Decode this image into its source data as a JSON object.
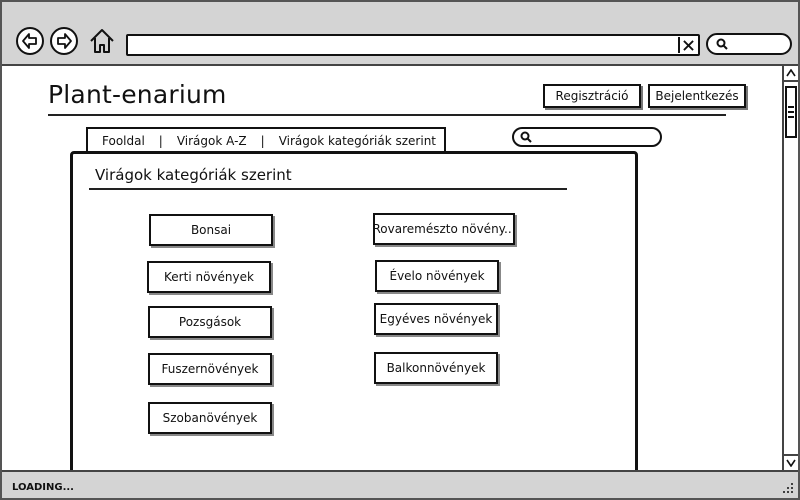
{
  "brand": {
    "name": "Plant-enarium"
  },
  "header": {
    "register_label": "Regisztráció",
    "login_label": "Bejelentkezés"
  },
  "nav": {
    "items": [
      {
        "label": "Fooldal"
      },
      {
        "label": "Virágok A-Z"
      },
      {
        "label": "Virágok kategóriák szerint"
      }
    ],
    "separator": "|"
  },
  "panel": {
    "title": "Virágok kategóriák szerint",
    "categories_left": [
      {
        "label": "Bonsai"
      },
      {
        "label": "Kerti növények"
      },
      {
        "label": "Pozsgások"
      },
      {
        "label": "Fuszernövények"
      },
      {
        "label": "Szobanövények"
      }
    ],
    "categories_right": [
      {
        "label": "Rovaremészto növény..."
      },
      {
        "label": "Évelo növények"
      },
      {
        "label": "Egyéves növények"
      },
      {
        "label": "Balkonnövények"
      }
    ]
  },
  "browser": {
    "url_value": "",
    "search_value": ""
  },
  "status": {
    "text": "LOADING..."
  },
  "icons": {
    "back": "back-arrow-icon",
    "forward": "forward-arrow-icon",
    "home": "home-icon",
    "clear": "close-icon",
    "search": "search-icon"
  }
}
